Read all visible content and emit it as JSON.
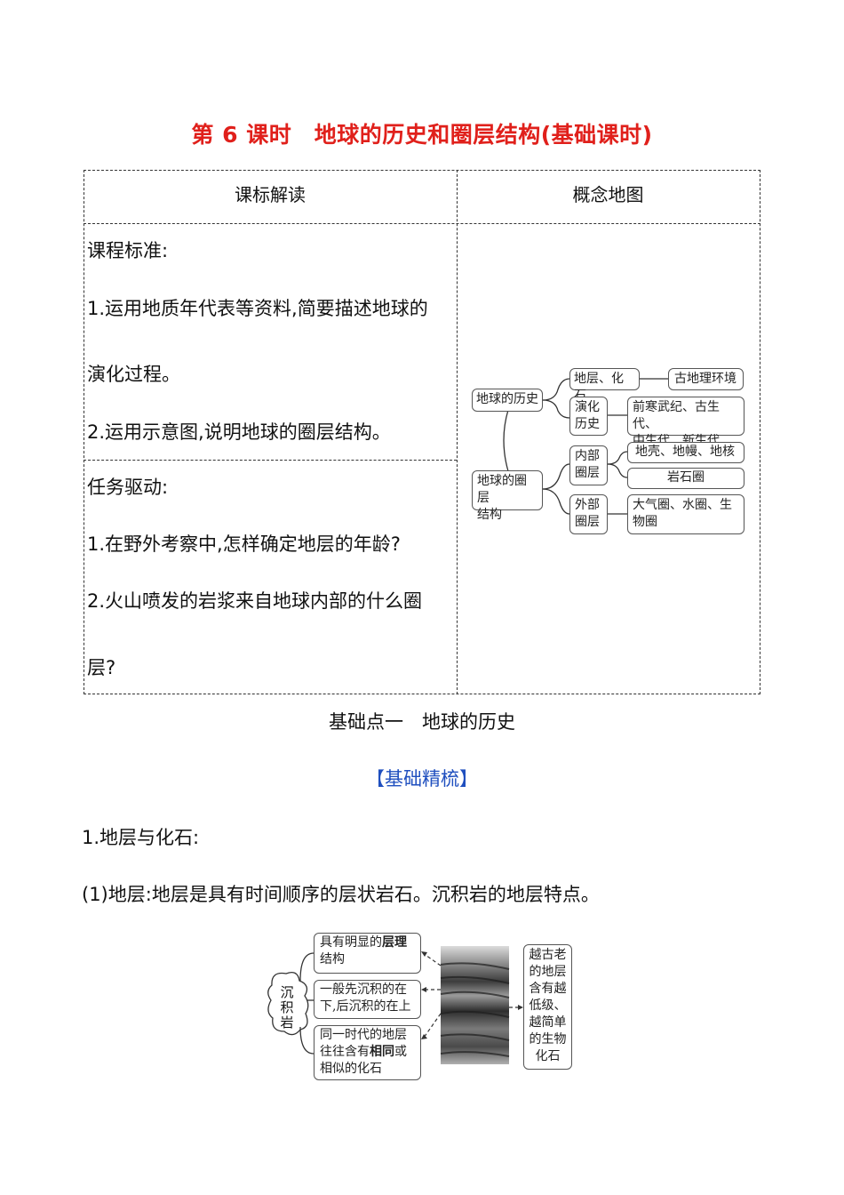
{
  "title": "第 6 课时　地球的历史和圈层结构(基础课时)",
  "table": {
    "headers": [
      "课标解读",
      "概念地图"
    ],
    "left_lines": [
      "课程标准:",
      "1.运用地质年代表等资料,简要描述地球的",
      "演化过程。",
      "2.运用示意图,说明地球的圈层结构。",
      "任务驱动:",
      "1.在野外考察中,怎样确定地层的年龄?",
      "2.火山喷发的岩浆来自地球内部的什么圈",
      "层?"
    ]
  },
  "concept_map": {
    "root1": "地球的历史",
    "root2_l1": "地球的圈层",
    "root2_l2": "结构",
    "strata_fossil": "地层、化石",
    "ancient_env": "古地理环境",
    "evolution_l1": "演化",
    "evolution_l2": "历史",
    "eras_l1": "前寒武纪、古生代、",
    "eras_l2": "中生代、新生代",
    "inner_l1": "内部",
    "inner_l2": "圈层",
    "crust_mantle_core": "地壳、地幔、地核",
    "lithosphere": "岩石圈",
    "outer_l1": "外部",
    "outer_l2": "圈层",
    "outer_spheres_l1": "大气圈、水圈、生",
    "outer_spheres_l2": "物圈"
  },
  "section_title": "基础点一　地球的历史",
  "sub_title": "【基础精梳】",
  "point1": "1.地层与化石:",
  "point1_1": "(1)地层:地层是具有时间顺序的层状岩石。沉积岩的地层特点。",
  "figure": {
    "center_l1": "沉",
    "center_l2": "积",
    "center_l3": "岩",
    "box1_l1_a": "具有明显的",
    "box1_l1_b": "层理",
    "box1_l2": "结构",
    "box2_l1": "一般先沉积的在",
    "box2_l2": "下,后沉积的在上",
    "box3_l1": "同一时代的地层",
    "box3_l2_a": "往往含有",
    "box3_l2_b": "相同",
    "box3_l2_c": "或",
    "box3_l3": "相似的化石",
    "right_lines": [
      "越古老",
      "的地层",
      "含有越",
      "低级、",
      "越简单",
      "的生物",
      "化石"
    ]
  }
}
